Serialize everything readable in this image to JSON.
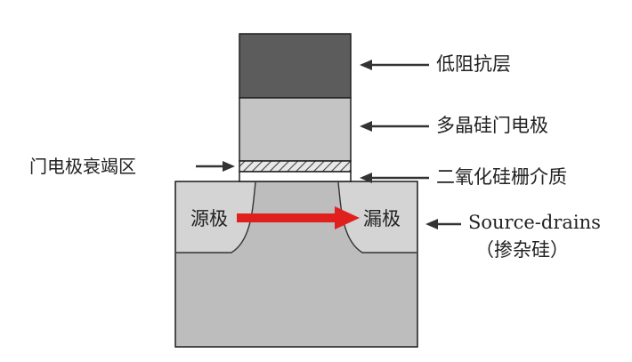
{
  "labels": {
    "low_resistance_layer": "低阻抗层",
    "polysilicon_gate": "多晶硅门电极",
    "gate_depletion_region": "门电极衰竭区",
    "gate_oxide": "二氧化硅栅介质",
    "source": "源极",
    "drain": "漏极",
    "source_drains": "Source-drains",
    "doped_silicon": "（掺杂硅）"
  },
  "colors": {
    "low_resistance_fill": "#5c5c5c",
    "polysilicon_fill": "#c4c4c4",
    "substrate_fill": "#bdbdbd",
    "source_drain_fill": "#d4d4d4",
    "oxide_fill": "#ffffff",
    "outline": "#1e1e1e",
    "current_arrow": "#e0201c",
    "pointer_arrow": "#333333"
  },
  "icons": {
    "pointer": "left-arrow-icon",
    "current": "right-arrow-icon"
  }
}
